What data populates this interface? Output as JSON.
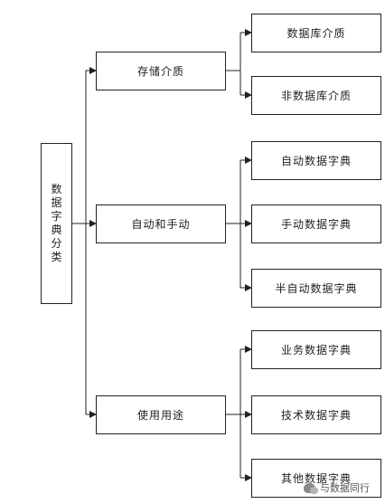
{
  "root": {
    "label_chars": [
      "数",
      "据",
      "字",
      "典",
      "分",
      "类"
    ]
  },
  "mid": [
    {
      "label": "存储介质"
    },
    {
      "label": "自动和手动"
    },
    {
      "label": "使用用途"
    }
  ],
  "leaves": [
    {
      "label": "数据库介质"
    },
    {
      "label": "非数据库介质"
    },
    {
      "label": "自动数据字典"
    },
    {
      "label": "手动数据字典"
    },
    {
      "label": "半自动数据字典"
    },
    {
      "label": "业务数据字典"
    },
    {
      "label": "技术数据字典"
    },
    {
      "label": "其他数据字典"
    }
  ],
  "watermark": {
    "text": "与数据同行"
  }
}
